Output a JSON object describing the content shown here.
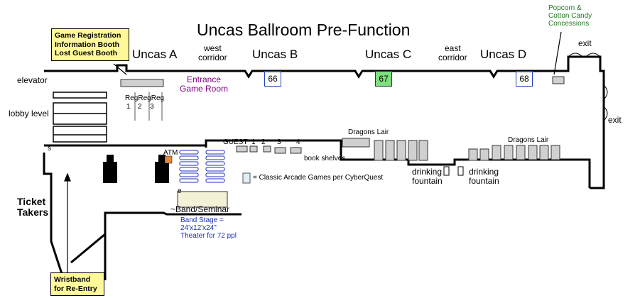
{
  "title": "Uncas Ballroom Pre-Function",
  "rooms": {
    "a": "Uncas A",
    "b": "Uncas B",
    "c": "Uncas C",
    "d": "Uncas D",
    "west_corridor": [
      "west",
      "corridor"
    ],
    "east_corridor": [
      "east",
      "corridor"
    ],
    "entrance_game_room": [
      "Entrance",
      "Game Room"
    ]
  },
  "labels": {
    "elevator": "elevator",
    "lobby_level": "lobby level",
    "s": "s",
    "exit_top": "exit",
    "exit_right": "exit",
    "ticket_takers": [
      "Ticket",
      "Takers"
    ],
    "atm": "ATM",
    "guest": "GUEST",
    "guest_numbers": [
      "1",
      "2",
      "3",
      "4"
    ],
    "book_shelves": "book shelves",
    "dragons_lair_1": "Dragons Lair",
    "dragons_lair_2": "Dragons Lair",
    "drinking_fountain_1": [
      "drinking",
      "fountain"
    ],
    "drinking_fountain_2": [
      "drinking",
      "fountain"
    ],
    "band_seminar": "~Band/Seminar",
    "e": "e",
    "legend": "= Classic Arcade Games per CyberQuest",
    "reg": [
      "Reg",
      "Reg",
      "Reg"
    ],
    "reg_numbers": [
      "1",
      "2",
      "3"
    ]
  },
  "booths": [
    "66",
    "67",
    "68"
  ],
  "notes": {
    "registration": [
      "Game Registration",
      "Information Booth",
      "Lost Guest Booth"
    ],
    "wristband": [
      "Wristband",
      "for Re-Entry"
    ],
    "concessions": [
      "Popcorn &",
      "Cotton Candy",
      "Concessions"
    ],
    "band_stage": [
      "Band Stage =",
      "24'x12'x24\"",
      "Theater for 72 ppl"
    ]
  },
  "colors": {
    "wall": "#000000",
    "note_fill": "#fff99a",
    "booth_highlight": "#7ddf7d",
    "room_label_purple": "#800080",
    "band_blue": "#1c2fb8",
    "concessions_green": "#1f7a1f",
    "arcade_fill": "#dfeff7",
    "booth_border_blue": "#2040c0",
    "stage_fill": "#f3f1d6"
  }
}
